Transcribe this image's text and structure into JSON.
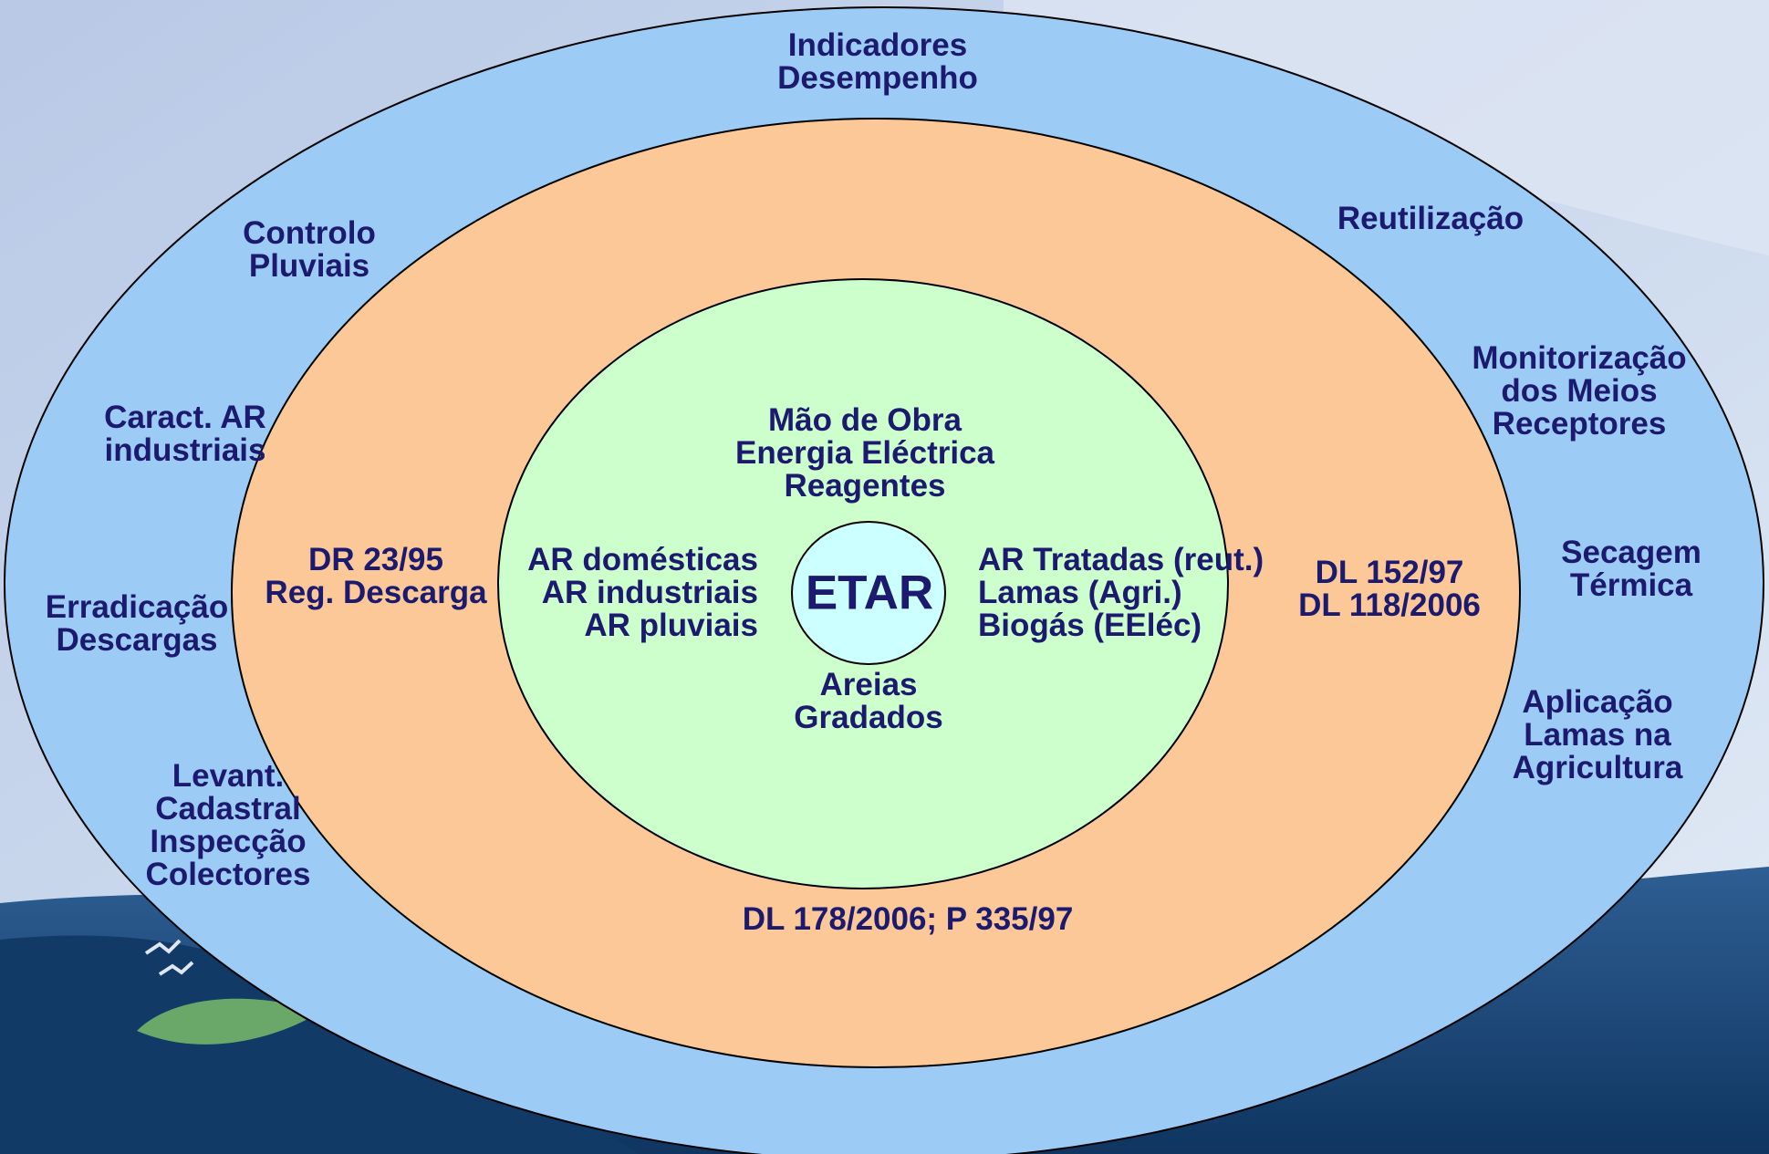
{
  "colors": {
    "outer_ring": "#9ccbf6",
    "middle_ring": "#fdc897",
    "inner_ring": "#ccffcc",
    "core": "#ccffff",
    "text": "#1b1a6e",
    "sky": "#c3d3ea",
    "sea": "#1f4a7a"
  },
  "center": {
    "label": "ETAR"
  },
  "inner": {
    "top": [
      "Mão de Obra",
      "Energia Eléctrica",
      "Reagentes"
    ],
    "left": [
      "AR domésticas",
      "AR industriais",
      "AR pluviais"
    ],
    "right": [
      "AR Tratadas (reut.)",
      "Lamas (Agri.)",
      "Biogás (EEléc)"
    ],
    "bottom": [
      "Areias",
      "Gradados"
    ]
  },
  "middle": {
    "left": [
      "DR 23/95",
      "Reg. Descarga"
    ],
    "right": [
      "DL 152/97",
      "DL 118/2006"
    ],
    "bottom": "DL 178/2006; P 335/97"
  },
  "outer": {
    "top": [
      "Indicadores",
      "Desempenho"
    ],
    "controlo": [
      "Controlo",
      "Pluviais"
    ],
    "caract": [
      "Caract. AR",
      "industriais"
    ],
    "erradicacao": [
      "Erradicação",
      "Descargas"
    ],
    "levant": [
      "Levant.",
      "Cadastral",
      "Inspecção",
      "Colectores"
    ],
    "reutilizacao": "Reutilização",
    "monitorizacao": [
      "Monitorização",
      "dos Meios",
      "Receptores"
    ],
    "secagem": [
      "Secagem",
      "Térmica"
    ],
    "aplicacao": [
      "Aplicação",
      "Lamas na",
      "Agricultura"
    ]
  }
}
